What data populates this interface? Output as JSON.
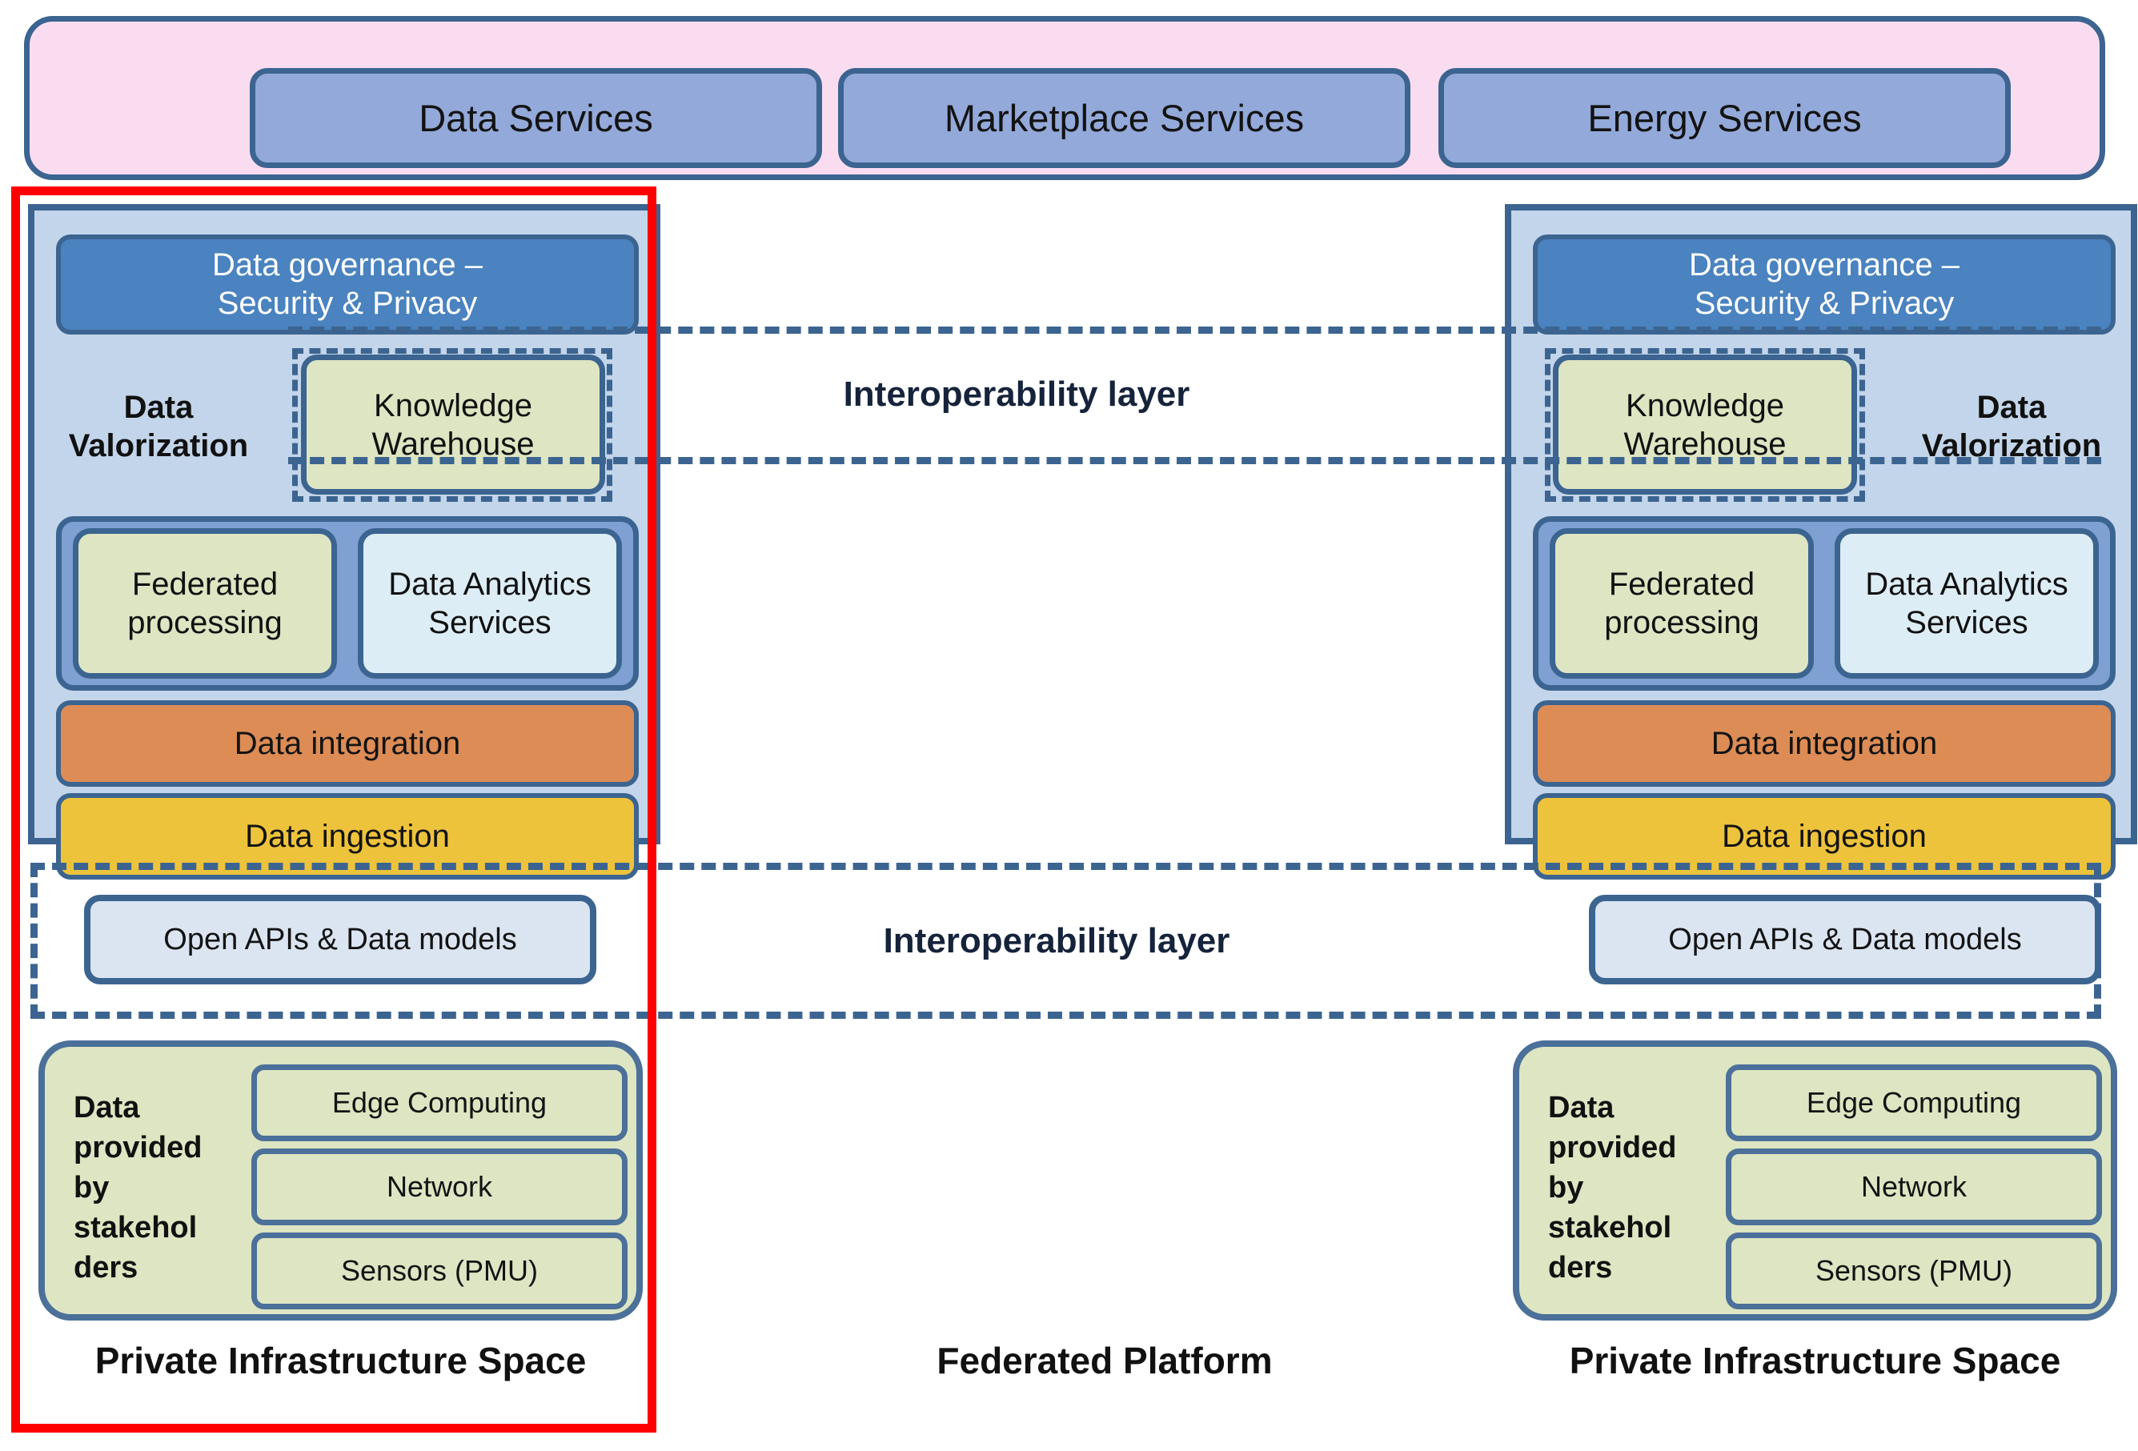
{
  "services_band": {
    "background_color": "#fadcf0",
    "items": [
      {
        "label": "Data Services"
      },
      {
        "label": "Marketplace Services"
      },
      {
        "label": "Energy Services"
      }
    ]
  },
  "interoperability": {
    "top_label": "Interoperability layer",
    "bottom_label": "Interoperability layer",
    "style": "dashed",
    "line_color": "#3c6490"
  },
  "federated_platform_caption": "Federated Platform",
  "left_panel": {
    "governance": "Data governance –\nSecurity & Privacy",
    "governance_line1": "Data governance –",
    "governance_line2": "Security & Privacy",
    "valorization_line1": "Data",
    "valorization_line2": "Valorization",
    "knowledge_warehouse_line1": "Knowledge",
    "knowledge_warehouse_line2": "Warehouse",
    "federated_processing_line1": "Federated",
    "federated_processing_line2": "processing",
    "analytics_line1": "Data Analytics",
    "analytics_line2": "Services",
    "data_integration": "Data integration",
    "data_ingestion": "Data ingestion",
    "open_apis": "Open APIs & Data models",
    "infrastructure_label_lines": [
      "Data",
      "provided",
      "by",
      "stakehol",
      "ders"
    ],
    "infrastructure_items": [
      "Edge Computing",
      "Network",
      "Sensors (PMU)"
    ],
    "caption": "Private Infrastructure Space"
  },
  "right_panel": {
    "governance_line1": "Data governance –",
    "governance_line2": "Security & Privacy",
    "valorization_line1": "Data",
    "valorization_line2": "Valorization",
    "knowledge_warehouse_line1": "Knowledge",
    "knowledge_warehouse_line2": "Warehouse",
    "federated_processing_line1": "Federated",
    "federated_processing_line2": "processing",
    "analytics_line1": "Data Analytics",
    "analytics_line2": "Services",
    "data_integration": "Data integration",
    "data_ingestion": "Data ingestion",
    "open_apis": "Open APIs & Data models",
    "infrastructure_label_lines": [
      "Data",
      "provided",
      "by",
      "stakehol",
      "ders"
    ],
    "infrastructure_items": [
      "Edge Computing",
      "Network",
      "Sensors (PMU)"
    ],
    "caption": "Private Infrastructure Space"
  },
  "highlight": {
    "color": "#ff0000",
    "target": "left-private-infrastructure-space"
  },
  "colors": {
    "border_blue": "#3c6490",
    "panel_blue": "#c3d5ea",
    "governance_blue": "#4a83bf",
    "service_blue": "#93a9da",
    "pink": "#fadcf0",
    "green": "#dde5c2",
    "pale_blue": "#ddedf5",
    "orange": "#dd8c55",
    "yellow": "#eec33c",
    "api_blue": "#dbe5f2",
    "inner_blue": "#7fa0d2"
  }
}
